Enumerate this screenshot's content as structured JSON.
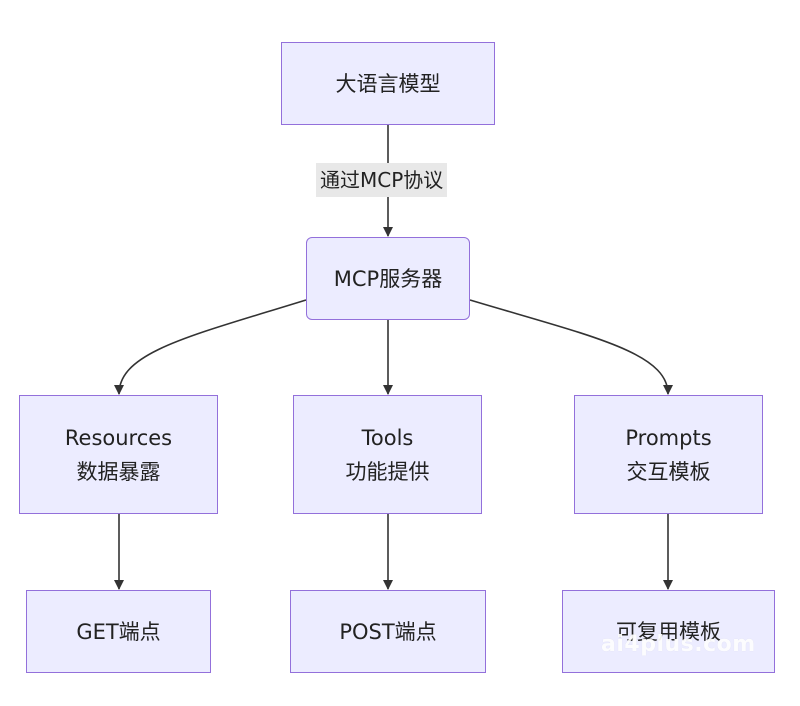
{
  "nodes": {
    "llm": "大语言模型",
    "server": "MCP服务器",
    "resources": {
      "line1": "Resources",
      "line2": "数据暴露"
    },
    "tools": {
      "line1": "Tools",
      "line2": "功能提供"
    },
    "prompts": {
      "line1": "Prompts",
      "line2": "交互模板"
    },
    "get": "GET端点",
    "post": "POST端点",
    "templates": "可复用模板"
  },
  "edge_labels": {
    "llm_to_server": "通过MCP协议"
  },
  "watermark": "ai4plus.com",
  "colors": {
    "node_fill": "#ECECFF",
    "node_border": "#9370DB",
    "edge": "#333333",
    "label_bg": "#e8e8e8"
  }
}
